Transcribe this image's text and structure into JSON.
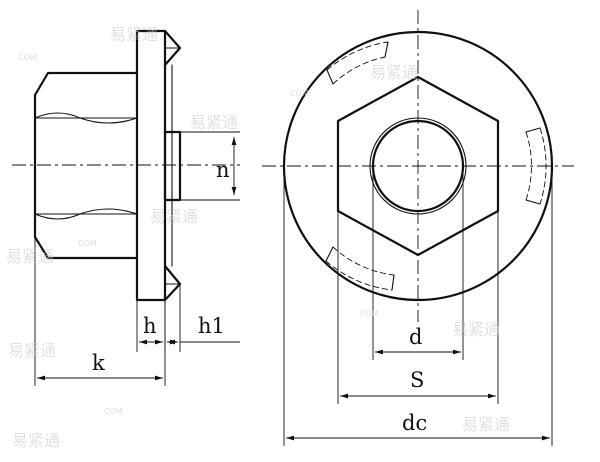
{
  "labels": {
    "n": "n",
    "h": "h",
    "h1": "h1",
    "k": "k",
    "d": "d",
    "S": "S",
    "dc": "dc"
  },
  "watermark": {
    "brand": "易紧通",
    "domain": "COM"
  },
  "colors": {
    "line": "#111111",
    "background": "#ffffff",
    "watermark": "#c9c9c9"
  }
}
